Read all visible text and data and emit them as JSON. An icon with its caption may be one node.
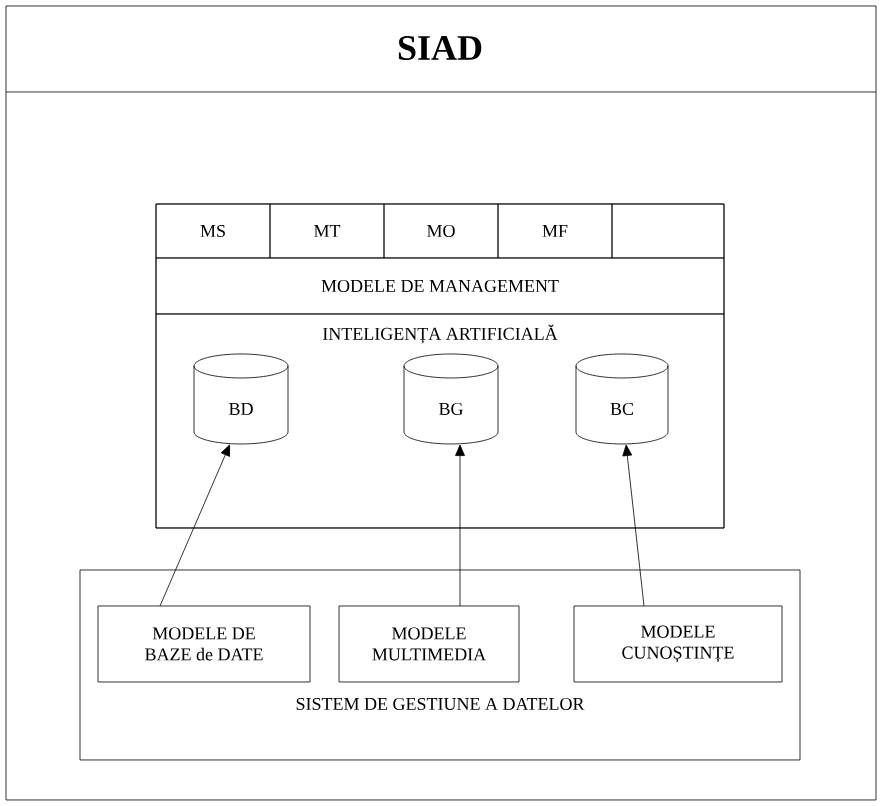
{
  "diagram": {
    "nodes": [
      {
        "text": [
          "SIAD"
        ]
      },
      {
        "text": [],
        "shape": "box",
        "in": 0
      },
      {
        "text": [
          "MS"
        ],
        "in": 1
      },
      {
        "text": [
          "MT"
        ],
        "in": 1
      },
      {
        "text": [
          "MO"
        ],
        "in": 1
      },
      {
        "text": [
          "MF"
        ],
        "in": 1
      },
      {
        "text": [],
        "shape": "box",
        "in": 1
      },
      {
        "text": [
          "MODELE DE MANAGEMENT"
        ],
        "in": 1
      },
      {
        "text": [
          "INTELIGENȚA ARTIFICIALĂ"
        ],
        "in": 1
      },
      {
        "text": [
          "BD"
        ],
        "in": 8
      },
      {
        "text": [
          "BG"
        ],
        "in": 8
      },
      {
        "text": [
          "BC"
        ],
        "in": 8
      },
      {
        "text": [
          "SISTEM DE GESTIUNE A DATELOR"
        ],
        "in": 0
      },
      {
        "text": [
          "MODELE DE BAZE de DATE"
        ],
        "in": 12
      },
      {
        "text": [
          "MODELE MULTIMEDIA"
        ],
        "in": 12
      },
      {
        "text": [
          "MODELE CUNOȘTINȚE"
        ],
        "in": 12
      }
    ],
    "edges": [
      {
        "from": 13,
        "to": 9,
        "arrow": "to"
      },
      {
        "from": 14,
        "to": 10,
        "arrow": "to"
      },
      {
        "from": 15,
        "to": 11,
        "arrow": "to"
      }
    ]
  }
}
